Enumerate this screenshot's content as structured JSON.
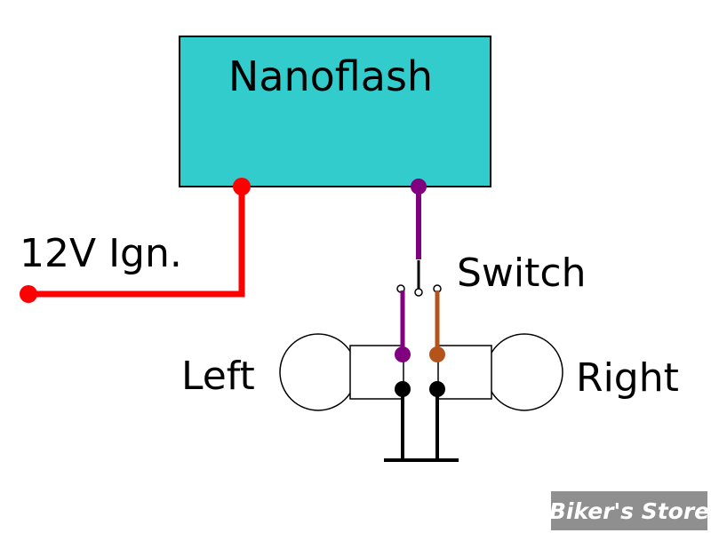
{
  "module": {
    "label": "Nanoflash"
  },
  "labels": {
    "ignition": "12V Ign.",
    "switch": "Switch",
    "left": "Left",
    "right": "Right"
  },
  "watermark": {
    "text": "Biker's Store"
  },
  "colors": {
    "module_fill": "#33cccc",
    "ignition_wire": "#ff0000",
    "signal_wire": "#800080",
    "right_wire": "#b5541a",
    "ground_wire": "#000000",
    "watermark_bg": "#8f8f8f"
  }
}
